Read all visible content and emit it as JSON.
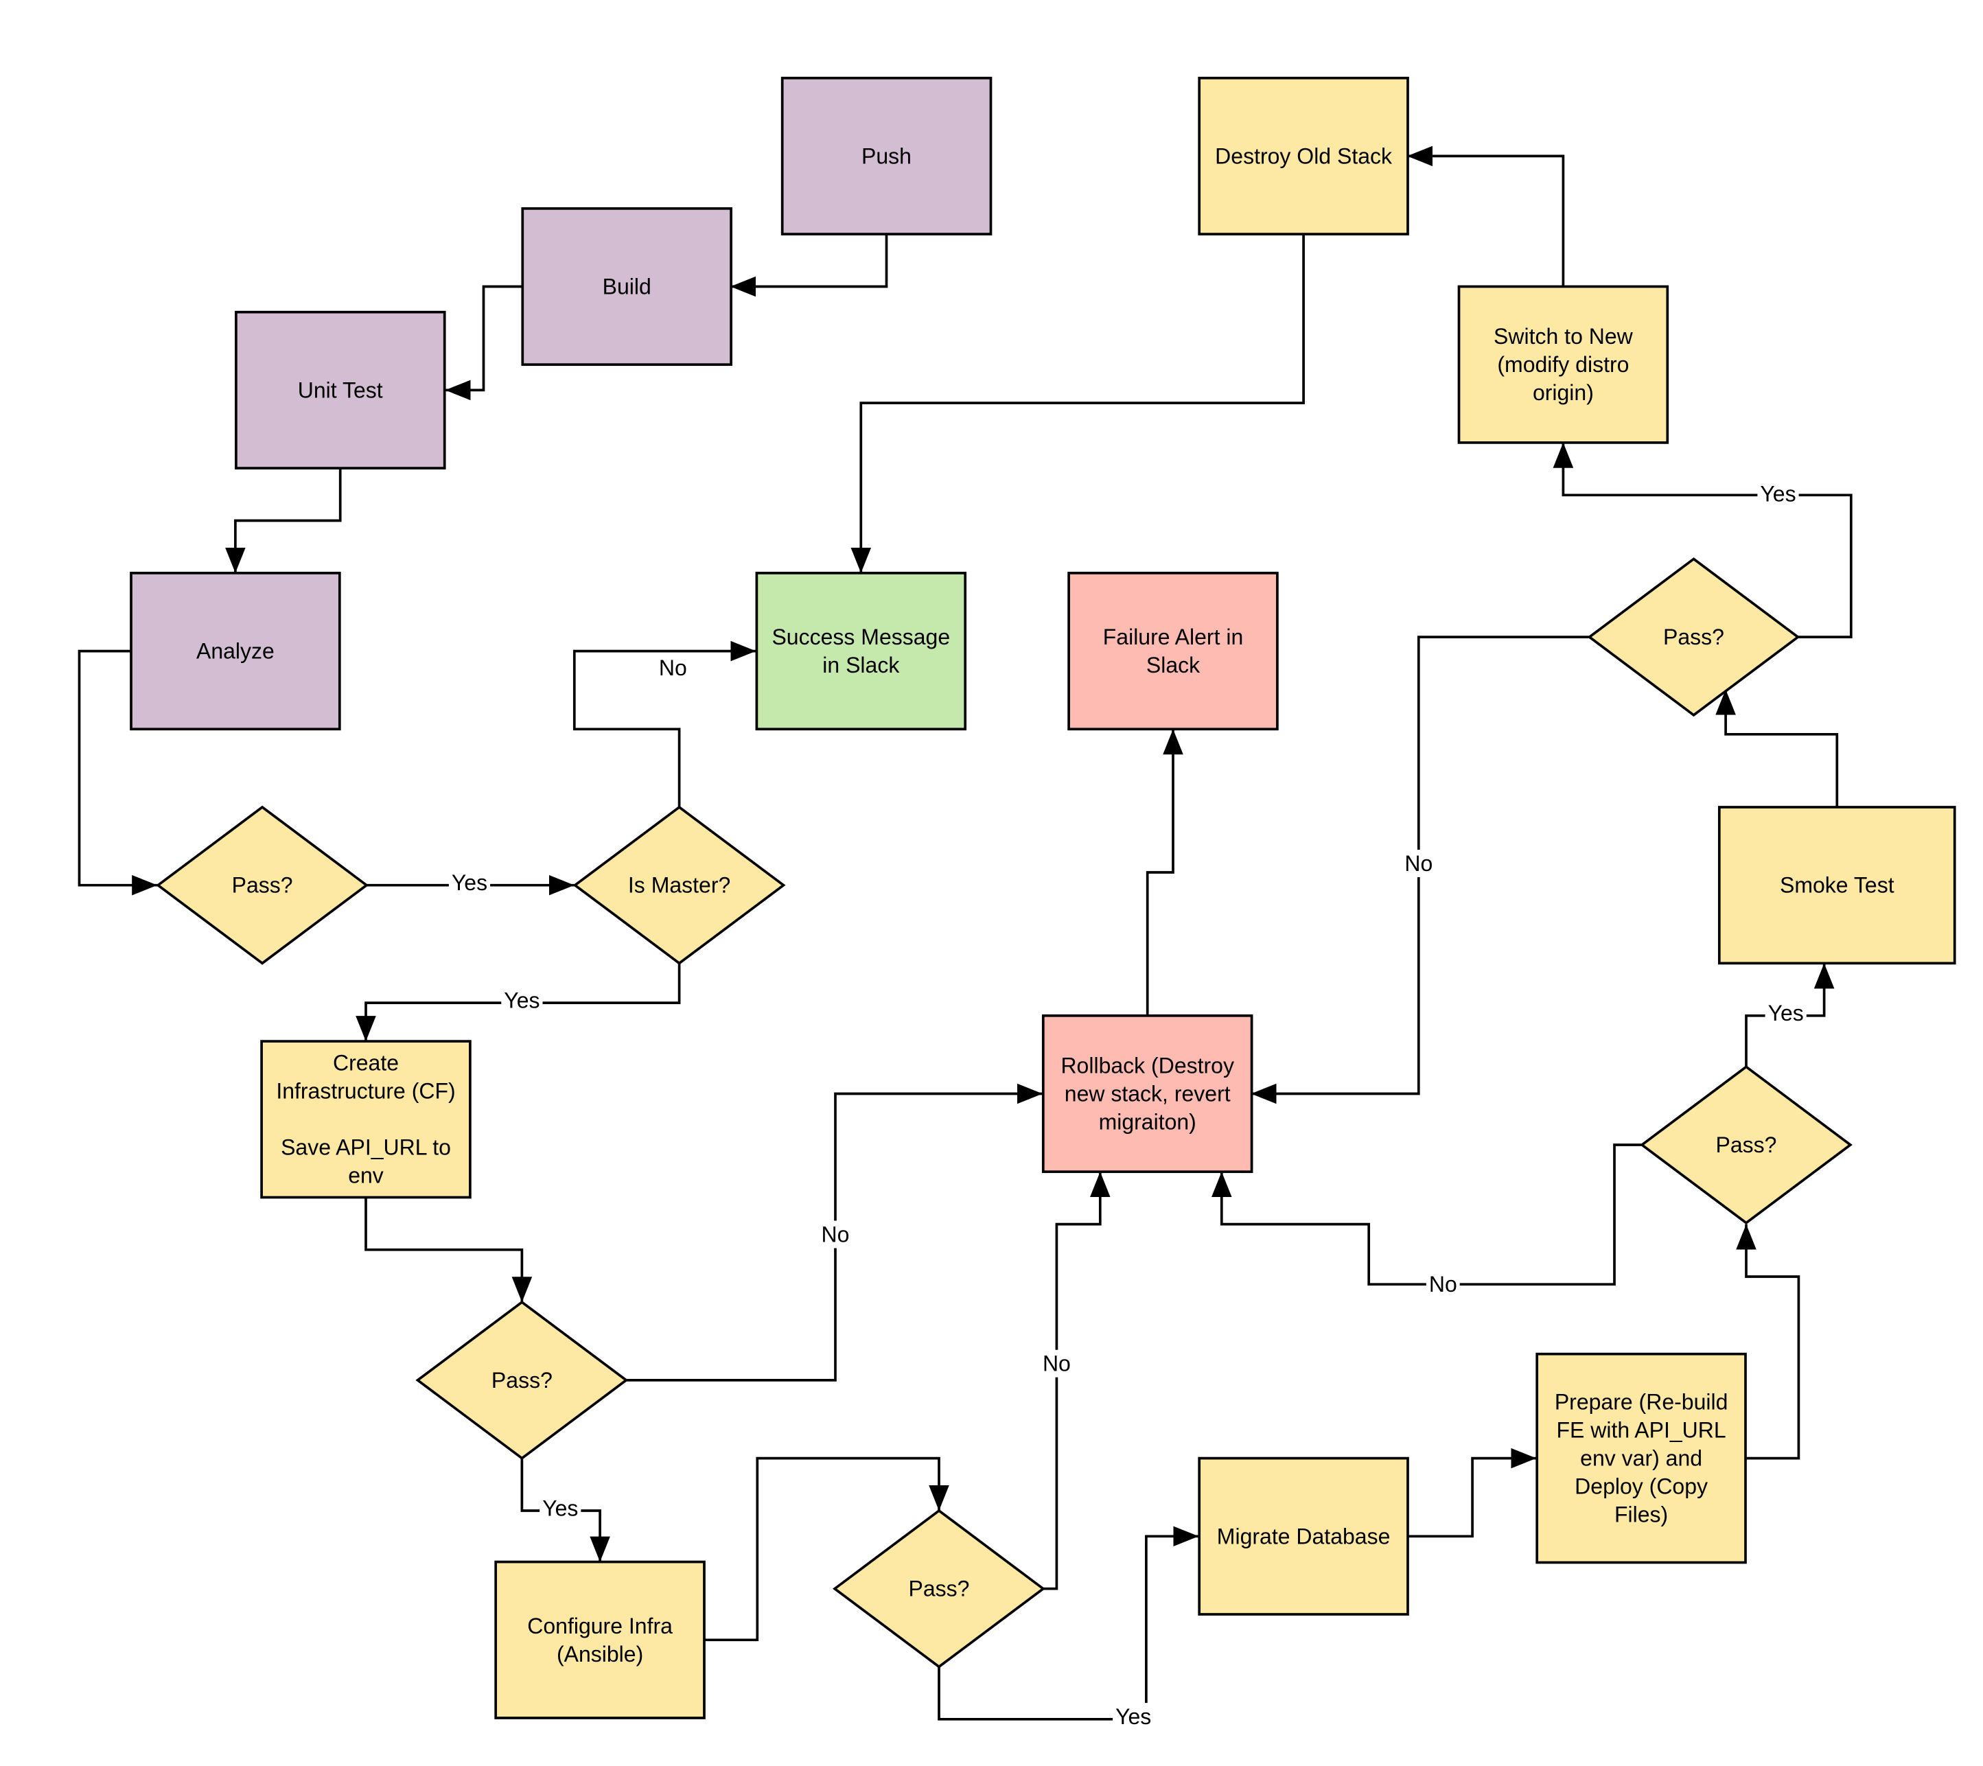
{
  "colors": {
    "purple": "#d3bdd3",
    "yellow": "#fde9a4",
    "green": "#c5e8ad",
    "red": "#fdbbb2",
    "line": "#000000",
    "background": "#ffffff"
  },
  "nodes": [
    {
      "id": "push",
      "shape": "rect",
      "color": "purple",
      "lines": [
        "Push"
      ]
    },
    {
      "id": "build",
      "shape": "rect",
      "color": "purple",
      "lines": [
        "Build"
      ]
    },
    {
      "id": "unit-test",
      "shape": "rect",
      "color": "purple",
      "lines": [
        "Unit Test"
      ]
    },
    {
      "id": "analyze",
      "shape": "rect",
      "color": "purple",
      "lines": [
        "Analyze"
      ]
    },
    {
      "id": "pass-analyze",
      "shape": "diamond",
      "color": "yellow",
      "lines": [
        "Pass?"
      ]
    },
    {
      "id": "is-master",
      "shape": "diamond",
      "color": "yellow",
      "lines": [
        "Is Master?"
      ]
    },
    {
      "id": "success-message",
      "shape": "rect",
      "color": "green",
      "lines": [
        "Success Message",
        "in Slack"
      ]
    },
    {
      "id": "failure-alert",
      "shape": "rect",
      "color": "red",
      "lines": [
        "Failure Alert in",
        "Slack"
      ]
    },
    {
      "id": "destroy-old-stack",
      "shape": "rect",
      "color": "yellow",
      "lines": [
        "Destroy Old Stack"
      ]
    },
    {
      "id": "switch-to-new",
      "shape": "rect",
      "color": "yellow",
      "lines": [
        "Switch to New",
        "(modify distro",
        "origin)"
      ]
    },
    {
      "id": "pass-smoke",
      "shape": "diamond",
      "color": "yellow",
      "lines": [
        "Pass?"
      ]
    },
    {
      "id": "smoke-test",
      "shape": "rect",
      "color": "yellow",
      "lines": [
        "Smoke Test"
      ]
    },
    {
      "id": "create-infra",
      "shape": "rect",
      "color": "yellow",
      "lines": [
        "Create",
        "Infrastructure (CF)",
        "",
        "Save API_URL to",
        "env"
      ]
    },
    {
      "id": "rollback",
      "shape": "rect",
      "color": "red",
      "lines": [
        "Rollback (Destroy",
        "new stack, revert",
        "migraiton)"
      ]
    },
    {
      "id": "pass-deploy",
      "shape": "diamond",
      "color": "yellow",
      "lines": [
        "Pass?"
      ]
    },
    {
      "id": "pass-create",
      "shape": "diamond",
      "color": "yellow",
      "lines": [
        "Pass?"
      ]
    },
    {
      "id": "configure-infra",
      "shape": "rect",
      "color": "yellow",
      "lines": [
        "Configure Infra",
        "(Ansible)"
      ]
    },
    {
      "id": "pass-configure",
      "shape": "diamond",
      "color": "yellow",
      "lines": [
        "Pass?"
      ]
    },
    {
      "id": "migrate-database",
      "shape": "rect",
      "color": "yellow",
      "lines": [
        "Migrate Database"
      ]
    },
    {
      "id": "prepare-deploy",
      "shape": "rect",
      "color": "yellow",
      "lines": [
        "Prepare (Re-build",
        "FE with API_URL",
        "env var) and",
        "Deploy (Copy",
        "Files)"
      ]
    }
  ],
  "edges": [
    {
      "id": "push-to-build",
      "from": "push",
      "to": "build",
      "label": ""
    },
    {
      "id": "build-to-unit-test",
      "from": "build",
      "to": "unit-test",
      "label": ""
    },
    {
      "id": "unit-test-to-analyze",
      "from": "unit-test",
      "to": "analyze",
      "label": ""
    },
    {
      "id": "analyze-to-pass",
      "from": "analyze",
      "to": "pass-analyze",
      "label": ""
    },
    {
      "id": "pass-to-is-master",
      "from": "pass-analyze",
      "to": "is-master",
      "label": "Yes"
    },
    {
      "id": "is-master-to-success",
      "from": "is-master",
      "to": "success-message",
      "label": "No"
    },
    {
      "id": "is-master-to-create",
      "from": "is-master",
      "to": "create-infra",
      "label": "Yes"
    },
    {
      "id": "create-to-pass",
      "from": "create-infra",
      "to": "pass-create",
      "label": ""
    },
    {
      "id": "pass-create-to-configure",
      "from": "pass-create",
      "to": "configure-infra",
      "label": "Yes"
    },
    {
      "id": "pass-create-to-rollback",
      "from": "pass-create",
      "to": "rollback",
      "label": "No"
    },
    {
      "id": "configure-to-pass",
      "from": "configure-infra",
      "to": "pass-configure",
      "label": ""
    },
    {
      "id": "pass-configure-to-migrate",
      "from": "pass-configure",
      "to": "migrate-database",
      "label": "Yes"
    },
    {
      "id": "pass-configure-to-rollback",
      "from": "pass-configure",
      "to": "rollback",
      "label": "No"
    },
    {
      "id": "migrate-to-prepare",
      "from": "migrate-database",
      "to": "prepare-deploy",
      "label": ""
    },
    {
      "id": "prepare-to-pass",
      "from": "prepare-deploy",
      "to": "pass-deploy",
      "label": ""
    },
    {
      "id": "pass-deploy-to-smoke",
      "from": "pass-deploy",
      "to": "smoke-test",
      "label": "Yes"
    },
    {
      "id": "pass-deploy-to-rollback",
      "from": "pass-deploy",
      "to": "rollback",
      "label": "No"
    },
    {
      "id": "smoke-to-pass",
      "from": "smoke-test",
      "to": "pass-smoke",
      "label": ""
    },
    {
      "id": "pass-smoke-to-switch",
      "from": "pass-smoke",
      "to": "switch-to-new",
      "label": "Yes"
    },
    {
      "id": "pass-smoke-to-rollback",
      "from": "pass-smoke",
      "to": "rollback",
      "label": "No"
    },
    {
      "id": "switch-to-destroy",
      "from": "switch-to-new",
      "to": "destroy-old-stack",
      "label": ""
    },
    {
      "id": "destroy-to-success",
      "from": "destroy-old-stack",
      "to": "success-message",
      "label": ""
    },
    {
      "id": "rollback-to-failure",
      "from": "rollback",
      "to": "failure-alert",
      "label": ""
    }
  ]
}
